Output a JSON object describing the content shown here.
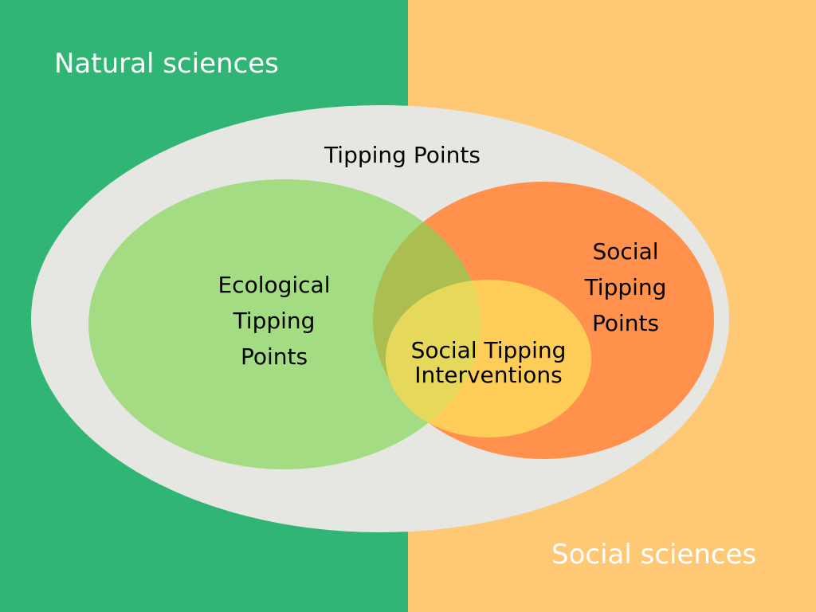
{
  "regions": {
    "natural": {
      "label": "Natural sciences",
      "color": "#31b574"
    },
    "social": {
      "label": "Social sciences",
      "color": "#fec875"
    }
  },
  "sets": {
    "tipping_points": {
      "label": "Tipping Points",
      "color": "#e6e6e2"
    },
    "ecological": {
      "lines": [
        "Ecological",
        "Tipping",
        "Points"
      ],
      "color": "#a3dc82"
    },
    "social": {
      "lines": [
        "Social",
        "Tipping",
        "Points"
      ],
      "color": "#ff914d"
    },
    "interventions": {
      "lines": [
        "Social Tipping",
        "Interventions"
      ],
      "color": "#fdcd57"
    }
  },
  "overlap_colors": {
    "eco_social": "#acbe52",
    "eco_interventions": "#e6d85a"
  }
}
